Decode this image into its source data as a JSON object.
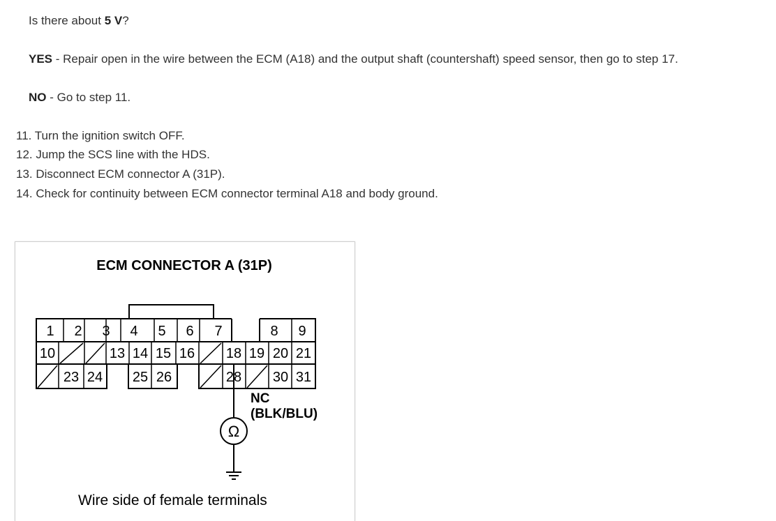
{
  "question": {
    "prefix": "Is there about ",
    "value": "5 V",
    "suffix": "?"
  },
  "yes": {
    "label": "YES",
    "text": " - Repair open in the wire between the ECM (A18) and the output shaft (countershaft) speed sensor, then go to step 17."
  },
  "no": {
    "label": "NO",
    "text": " - Go to step 11."
  },
  "steps": [
    "11. Turn the ignition switch OFF.",
    "12. Jump the SCS line with the HDS.",
    "13. Disconnect ECM connector A (31P).",
    "14. Check for continuity between ECM connector terminal A18 and body ground."
  ],
  "diagram": {
    "title": "ECM CONNECTOR A (31P)",
    "row1": [
      "1",
      "2",
      "3",
      "4",
      "5",
      "6",
      "7",
      "8",
      "9"
    ],
    "row2": [
      "10",
      "13",
      "14",
      "15",
      "16",
      "18",
      "19",
      "20",
      "21"
    ],
    "row3": [
      "23",
      "24",
      "25",
      "26",
      "28",
      "30",
      "31"
    ],
    "wire_name": "NC",
    "wire_color": "(BLK/BLU)",
    "meter_symbol": "Ω",
    "caption": "Wire side of female terminals"
  }
}
